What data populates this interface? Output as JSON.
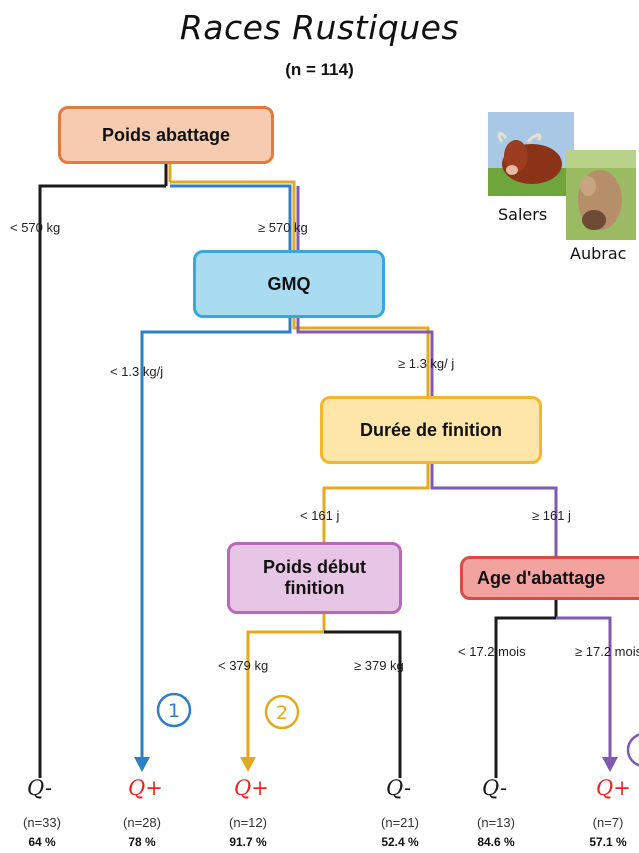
{
  "title": "Races Rustiques",
  "subtitle": "(n = 114)",
  "photos": {
    "salers": "Salers",
    "aubrac": "Aubrac"
  },
  "nodes": {
    "poids_abattage": "Poids abattage",
    "gmq": "GMQ",
    "duree_finition": "Durée de finition",
    "poids_debut_finition": "Poids début finition",
    "age_abattage": "Age d'abattage"
  },
  "branches": {
    "lt570": "< 570 kg",
    "ge570": "≥ 570 kg",
    "lt13": "< 1.3 kg/j",
    "ge13": "≥ 1.3 kg/ j",
    "lt161": "< 161 j",
    "ge161": "≥ 161 j",
    "lt379": "< 379 kg",
    "ge379": "≥ 379 kg",
    "lt172": "< 17.2 mois",
    "ge172": "≥ 17.2 mois"
  },
  "markers": {
    "one": "1",
    "two": "2"
  },
  "leaves": [
    {
      "quality": "Q-",
      "count": "(n=33)",
      "percent": "64 %"
    },
    {
      "quality": "Q+",
      "count": "(n=28)",
      "percent": "78 %"
    },
    {
      "quality": "Q+",
      "count": "(n=12)",
      "percent": "91.7 %"
    },
    {
      "quality": "Q-",
      "count": "(n=21)",
      "percent": "52.4 %"
    },
    {
      "quality": "Q-",
      "count": "(n=13)",
      "percent": "84.6 %"
    },
    {
      "quality": "Q+",
      "count": "(n=7)",
      "percent": "57.1 %"
    }
  ],
  "colors": {
    "black": "#1a1a1a",
    "gold": "#e2aa1e",
    "blue": "#2f7fc7",
    "purple": "#7f5aaf",
    "red_text": "#e0281e"
  }
}
